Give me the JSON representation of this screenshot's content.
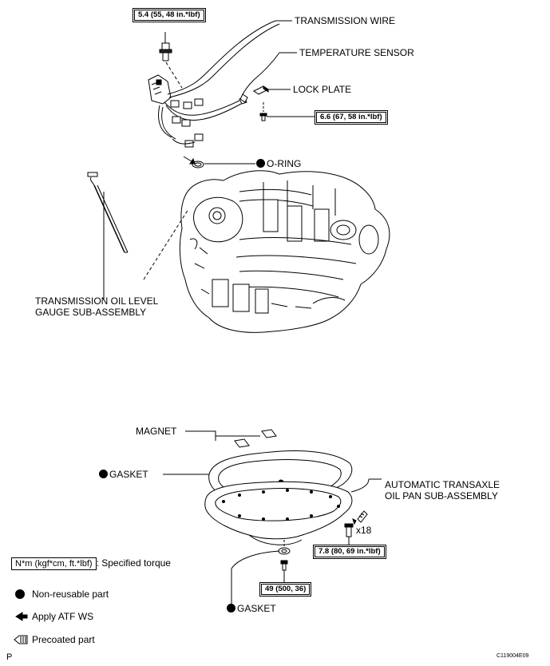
{
  "labels": {
    "transmission_wire": "TRANSMISSION WIRE",
    "temperature_sensor": "TEMPERATURE SENSOR",
    "lock_plate": "LOCK PLATE",
    "o_ring": "O-RING",
    "oil_level_gauge_line1": "TRANSMISSION OIL LEVEL",
    "oil_level_gauge_line2": "GAUGE SUB-ASSEMBLY",
    "magnet": "MAGNET",
    "gasket_upper": "GASKET",
    "oil_pan_line1": "AUTOMATIC TRANSAXLE",
    "oil_pan_line2": "OIL PAN SUB-ASSEMBLY",
    "gasket_lower": "GASKET",
    "quantity": "x18"
  },
  "torques": {
    "top": "5.4 (55, 48 in.*lbf)",
    "lock_plate": "6.6 (67, 58 in.*lbf)",
    "oil_pan": "7.8 (80, 69 in.*lbf)",
    "drain": "49 (500, 36)"
  },
  "legend": {
    "torque_key": "N*m (kgf*cm, ft.*lbf)",
    "torque_desc": ": Specified torque",
    "non_reusable": "Non-reusable part",
    "apply_atf": "Apply ATF WS",
    "precoated": "Precoated part"
  },
  "footer": {
    "left": "P",
    "right": "C119004E09"
  },
  "icons": {
    "non_reusable": "filled-circle-icon",
    "apply": "left-arrow-icon",
    "precoated": "precoat-arrow-icon"
  }
}
